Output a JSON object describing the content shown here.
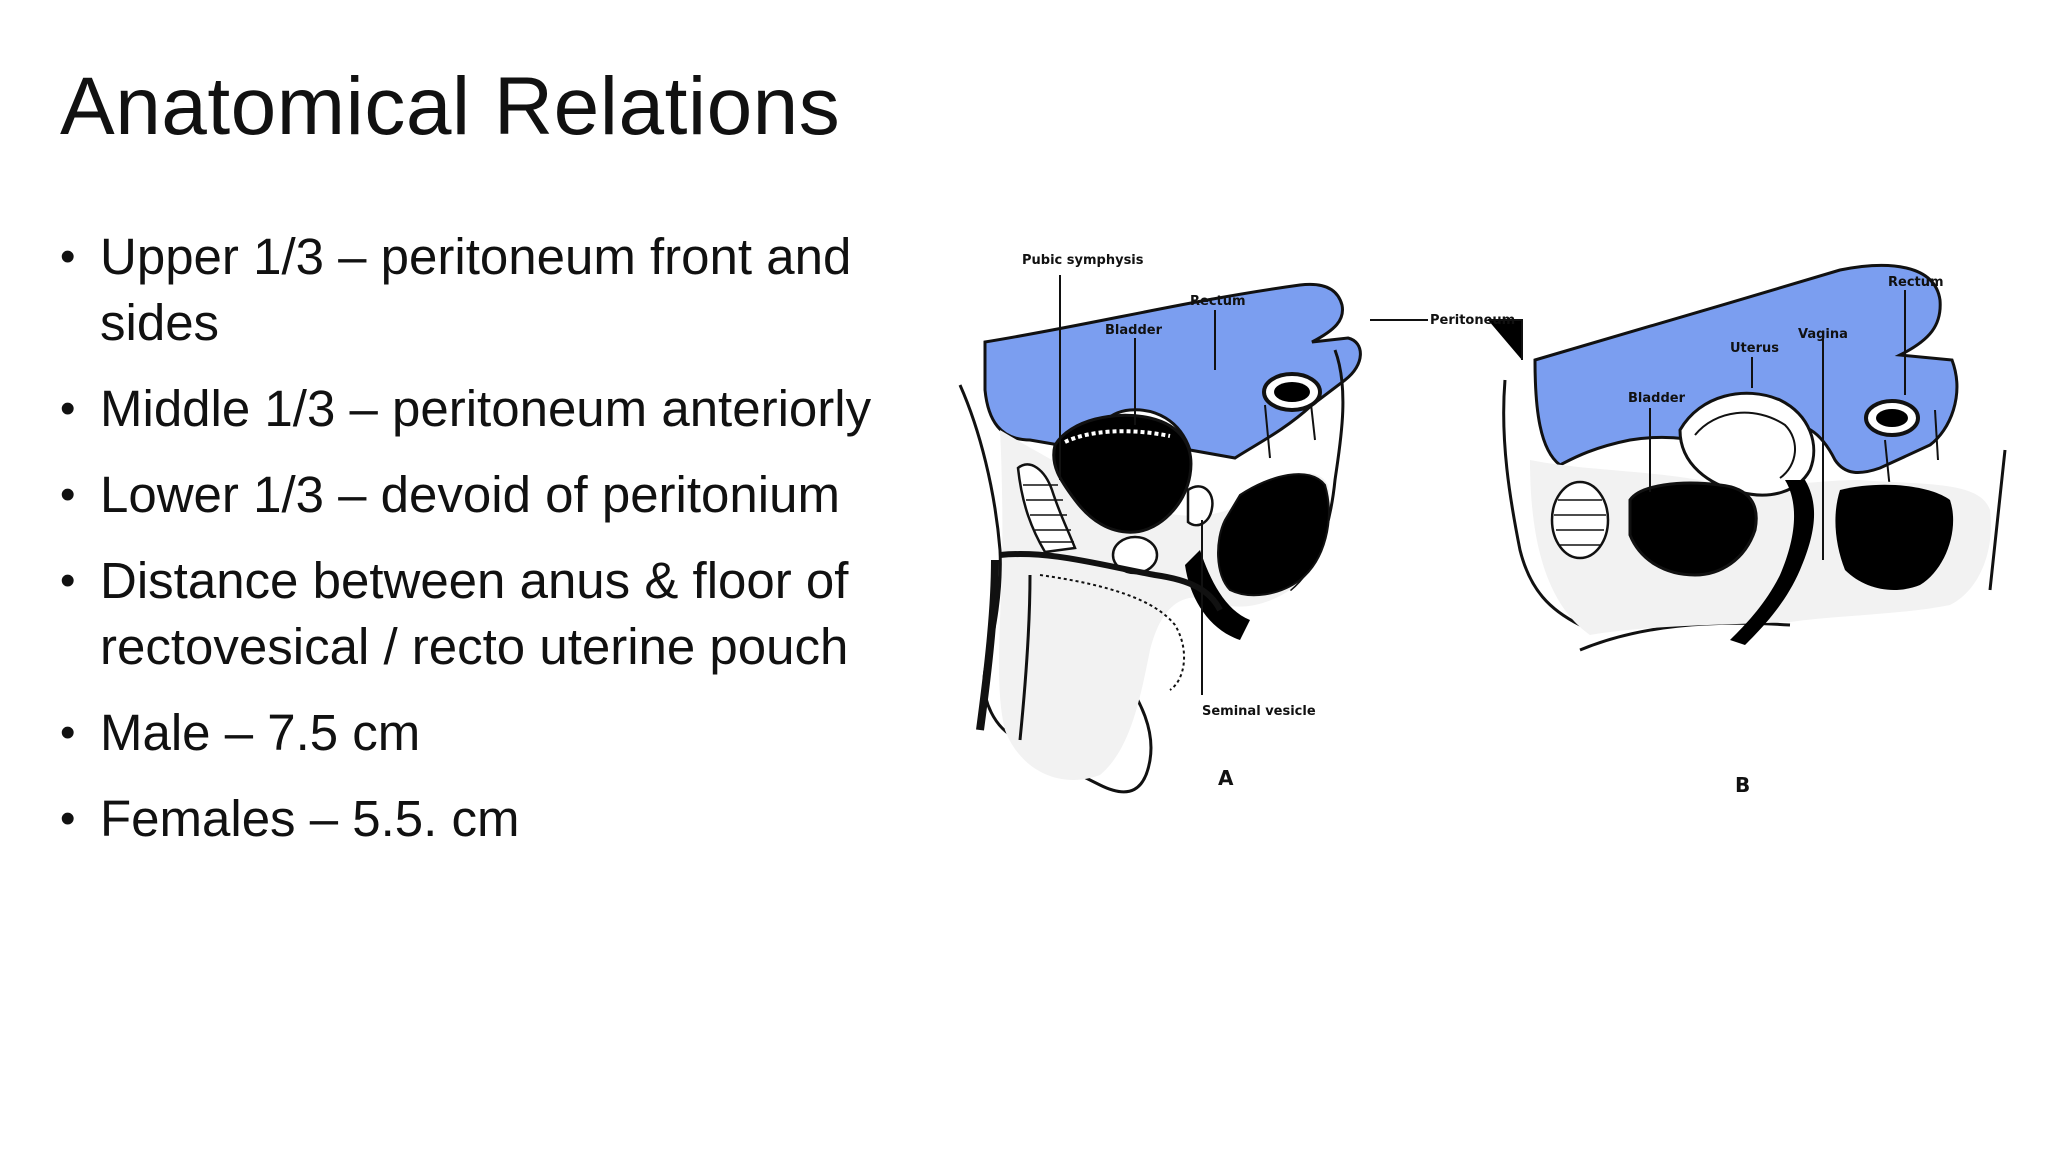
{
  "slide": {
    "title": "Anatomical Relations",
    "bullets": [
      "Upper 1/3 – peritoneum front and sides",
      "Middle 1/3 – peritoneum anteriorly",
      "Lower 1/3 – devoid of peritonium",
      "Distance between anus & floor of rectovesical / recto uterine pouch",
      "Male – 7.5 cm",
      "Females – 5.5. cm"
    ]
  },
  "figure": {
    "labels": {
      "pubic_symphysis": "Pubic symphysis",
      "rectum_a": "Rectum",
      "peritoneum": "Peritoneum",
      "bladder_a": "Bladder",
      "seminal_vesicle": "Seminal vesicle",
      "panel_a": "A",
      "rectum_b": "Rectum",
      "vagina": "Vagina",
      "uterus": "Uterus",
      "bladder_b": "Bladder",
      "panel_b": "B"
    },
    "colors": {
      "peritoneum_fill": "#7b9ef0",
      "organ_dark": "#000000",
      "line": "#111111"
    }
  }
}
